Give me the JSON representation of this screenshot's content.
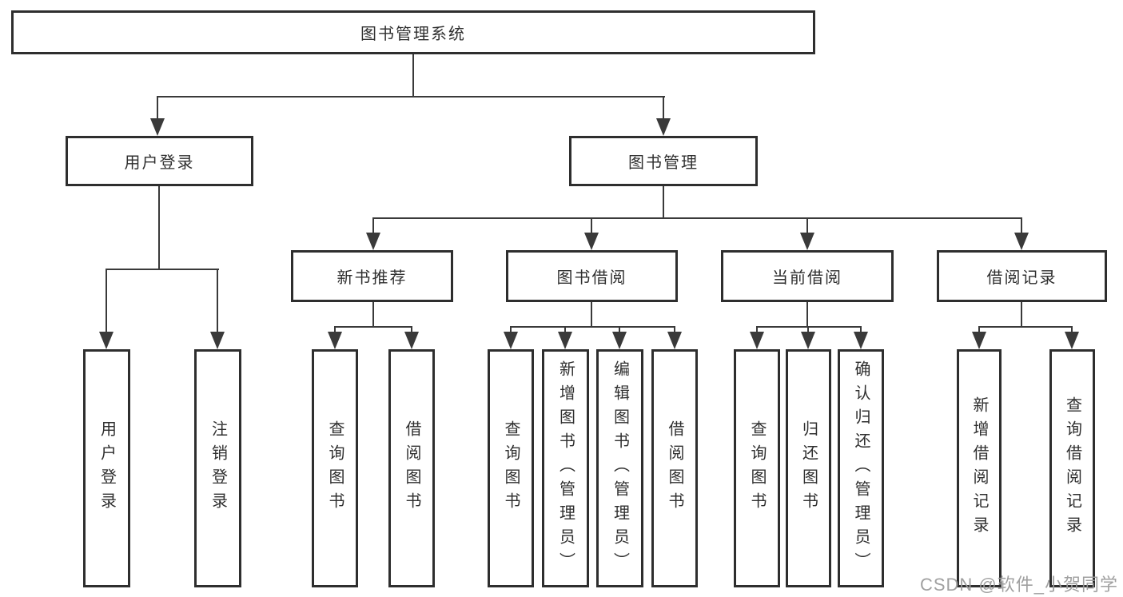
{
  "colors": {
    "background": "#ffffff",
    "box_border": "#2e2e2e",
    "line": "#3a3a3a",
    "text": "#2f2f2f",
    "watermark": "#9b9b9b"
  },
  "watermark": "CSDN @软件_小贺同学",
  "tree": {
    "label": "图书管理系统",
    "children": [
      {
        "label": "用户登录",
        "children": [
          {
            "label": "用户登录"
          },
          {
            "label": "注销登录"
          }
        ]
      },
      {
        "label": "图书管理",
        "children": [
          {
            "label": "新书推荐",
            "children": [
              {
                "label": "查询图书"
              },
              {
                "label": "借阅图书"
              }
            ]
          },
          {
            "label": "图书借阅",
            "children": [
              {
                "label": "查询图书"
              },
              {
                "label": "新增图书（管理员）"
              },
              {
                "label": "编辑图书（管理员）"
              },
              {
                "label": "借阅图书"
              }
            ]
          },
          {
            "label": "当前借阅",
            "children": [
              {
                "label": "查询图书"
              },
              {
                "label": "归还图书"
              },
              {
                "label": "确认归还（管理员）"
              }
            ]
          },
          {
            "label": "借阅记录",
            "children": [
              {
                "label": "新增借阅记录"
              },
              {
                "label": "查询借阅记录"
              }
            ]
          }
        ]
      }
    ]
  }
}
